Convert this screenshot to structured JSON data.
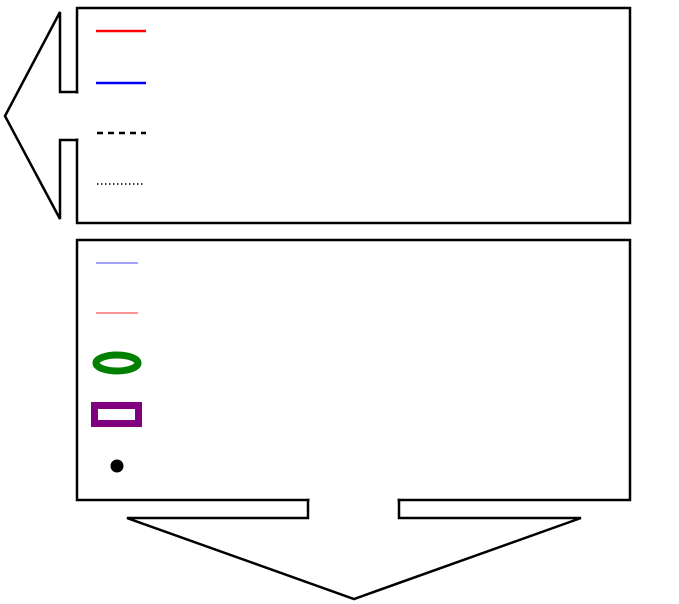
{
  "diagram": {
    "top_panel": {
      "arrow_direction": "left",
      "legend_items": [
        {
          "name": "red-solid-line",
          "color": "#ff0000",
          "style": "solid"
        },
        {
          "name": "blue-solid-line",
          "color": "#0000ff",
          "style": "solid"
        },
        {
          "name": "black-dashed-line",
          "color": "#000000",
          "style": "dashed"
        },
        {
          "name": "black-dotted-line",
          "color": "#000000",
          "style": "dotted"
        }
      ]
    },
    "bottom_panel": {
      "arrow_direction": "down",
      "legend_items": [
        {
          "name": "light-blue-thin-line",
          "color": "#6b6bff",
          "style": "thin-solid"
        },
        {
          "name": "light-red-thin-line",
          "color": "#ff5050",
          "style": "thin-solid"
        },
        {
          "name": "green-ellipse-marker",
          "color": "#008000",
          "style": "hollow-ellipse"
        },
        {
          "name": "purple-rect-marker",
          "color": "#800080",
          "style": "hollow-rectangle"
        },
        {
          "name": "black-dot-marker",
          "color": "#000000",
          "style": "filled-circle"
        }
      ]
    }
  }
}
